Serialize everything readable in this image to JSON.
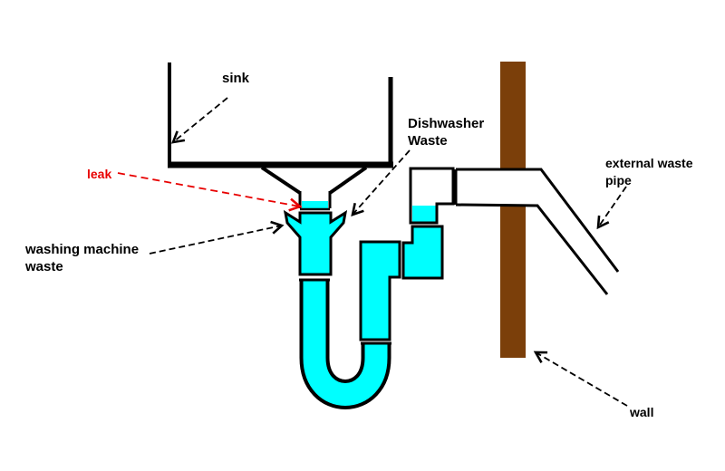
{
  "colors": {
    "background": "#FFFFFF",
    "outline": "#000000",
    "water": "#00FFFF",
    "wall": "#7B3F0A",
    "leak": "#E80000"
  },
  "labels": {
    "sink": "sink",
    "leak": "leak",
    "washing_line1": "washing machine",
    "washing_line2": "waste",
    "dishwasher_line1": "Dishwasher",
    "dishwasher_line2": "Waste",
    "external_line1": "external waste",
    "external_line2": "pipe",
    "wall": "wall"
  }
}
